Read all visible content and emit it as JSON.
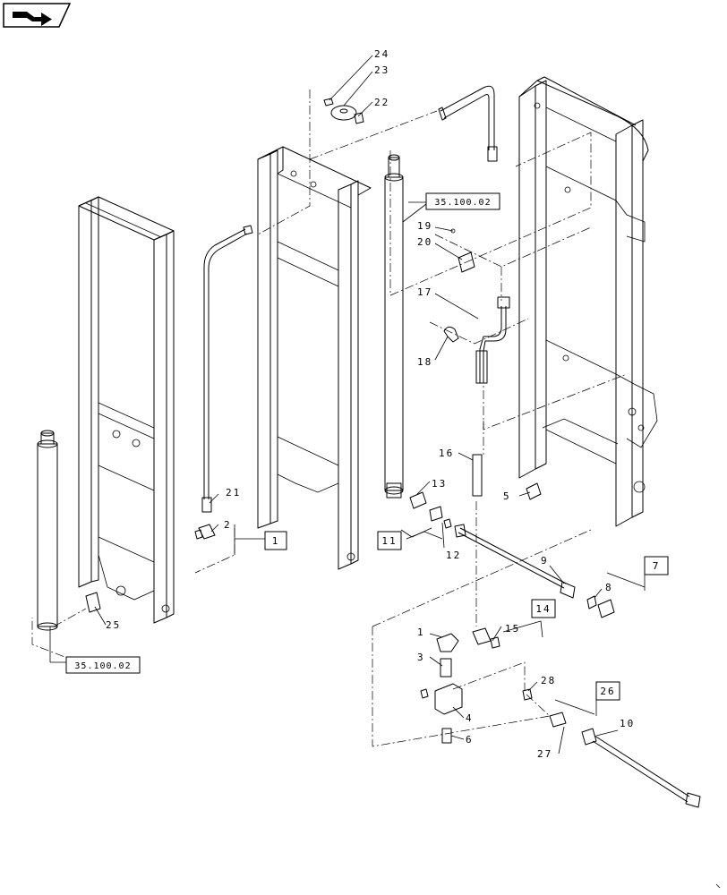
{
  "callouts": {
    "c1": "1",
    "c2": "2",
    "c3": "3",
    "c4": "4",
    "c5": "5",
    "c6": "6",
    "c7": "7",
    "c8": "8",
    "c9": "9",
    "c10": "10",
    "c11": "11",
    "c12": "12",
    "c13": "13",
    "c14": "14",
    "c15": "15",
    "c16": "16",
    "c17": "17",
    "c18": "18",
    "c19": "19",
    "c20": "20",
    "c21": "21",
    "c22": "22",
    "c23": "23",
    "c24": "24",
    "c25": "25",
    "c26": "26",
    "c27": "27",
    "c28": "28"
  },
  "references": {
    "ref_top": "35.100.02",
    "ref_bottom": "35.100.02"
  },
  "icons": {
    "nav": "next-page-arrow-icon"
  }
}
